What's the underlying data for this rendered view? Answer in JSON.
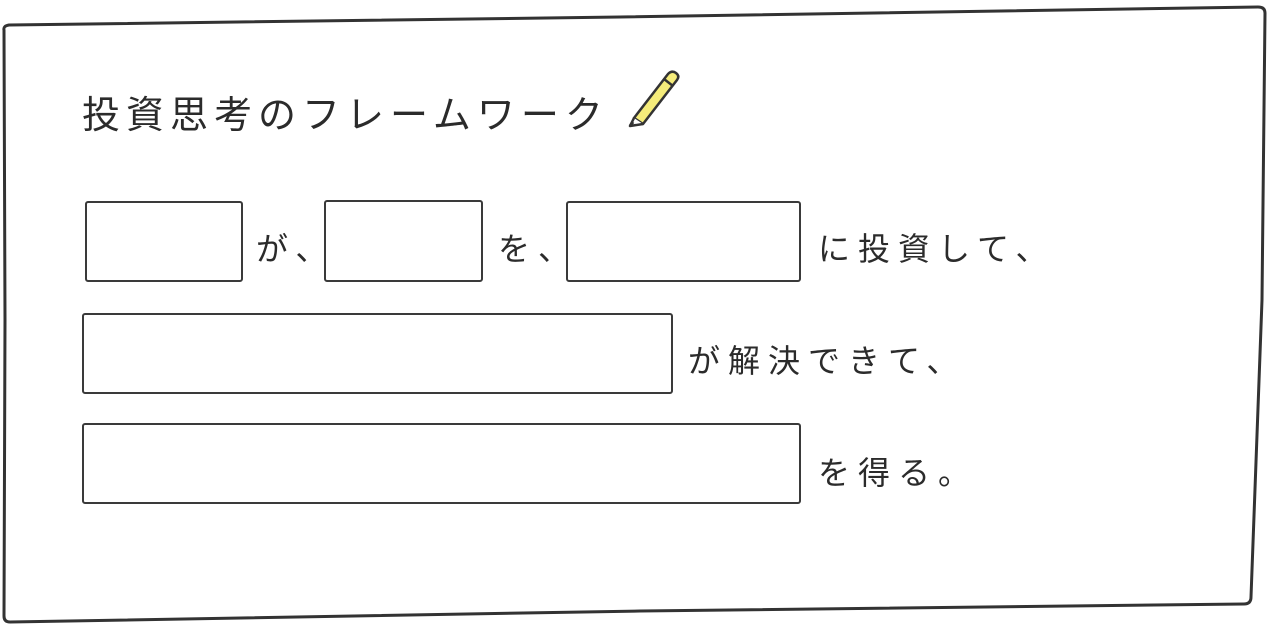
{
  "title": "投資思考のフレームワーク",
  "row1": {
    "blank_1": "",
    "connector_1": "が、",
    "blank_2": "",
    "connector_2": "を、",
    "blank_3": "",
    "connector_3": "に投資して、"
  },
  "row2": {
    "blank": "",
    "connector": "が解決できて、"
  },
  "row3": {
    "blank": "",
    "connector": "を得る。"
  },
  "colors": {
    "ink": "#2b2b2b",
    "pencil_body": "#f5ec7a"
  },
  "icons": {
    "title_decoration": "pencil-icon"
  }
}
